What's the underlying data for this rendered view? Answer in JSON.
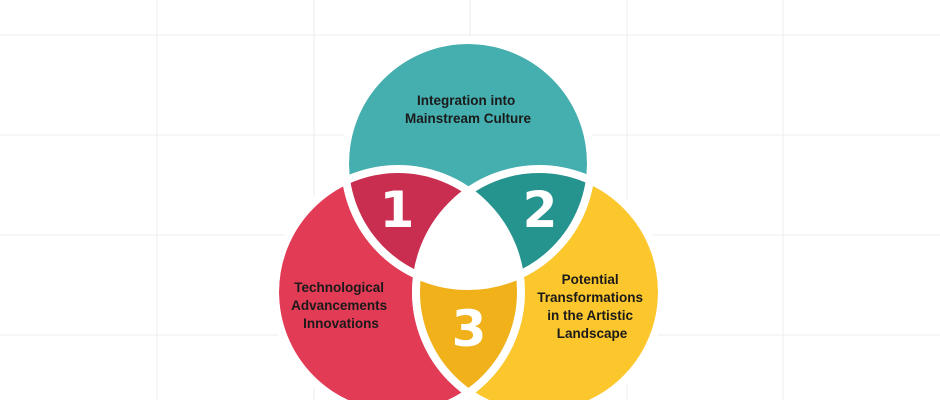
{
  "colors": {
    "background": "#ffffff",
    "grid": "#ececec",
    "top_circle": "#45aeaf",
    "left_circle": "#e23b55",
    "right_circle": "#fcc72c",
    "overlap_1": "#c92d4f",
    "overlap_2": "#25938e",
    "overlap_3": "#f0b11a",
    "center": "#ffffff",
    "outline": "#ffffff",
    "label_text": "#1a1a1a",
    "number_text": "#ffffff"
  },
  "circles": {
    "top": {
      "label_lines": [
        "Integration into",
        "Mainstream Culture"
      ]
    },
    "left": {
      "label_lines": [
        "Technological",
        "Advancements",
        "Innovations"
      ]
    },
    "right": {
      "label_lines": [
        "Potential",
        "Transformations",
        "in the Artistic",
        "Landscape"
      ]
    }
  },
  "overlaps": [
    {
      "number": "1"
    },
    {
      "number": "2"
    },
    {
      "number": "3"
    }
  ]
}
